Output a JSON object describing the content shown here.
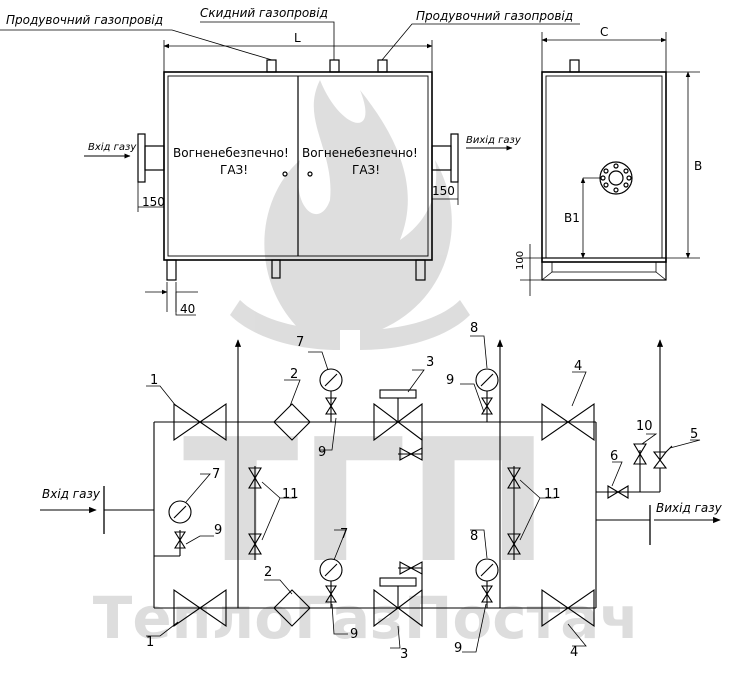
{
  "watermark": {
    "letters": "ТГП",
    "brand": "ТеплоГазПостач"
  },
  "top": {
    "purge_left": "Продувочний газопровід",
    "vent": "Скидний газопровід",
    "purge_right": "Продувочний газопровід",
    "dim_L": "L",
    "dim_C": "C",
    "dim_B": "B",
    "dim_B1": "B1",
    "dim_100": "100",
    "dim_150_left": "150",
    "dim_150_right": "150",
    "dim_40": "40",
    "gas_in": "Вхід газу",
    "gas_out": "Вихід газу",
    "warning_1": "Вогненебезпечно!",
    "warning_2": "ГАЗ!"
  },
  "scheme": {
    "gas_in": "Вхід газу",
    "gas_out": "Вихід газу",
    "labels": {
      "n1": "1",
      "n2": "2",
      "n3": "3",
      "n4": "4",
      "n5": "5",
      "n6": "6",
      "n7": "7",
      "n8": "8",
      "n9": "9",
      "n10": "10",
      "n11": "11"
    }
  }
}
